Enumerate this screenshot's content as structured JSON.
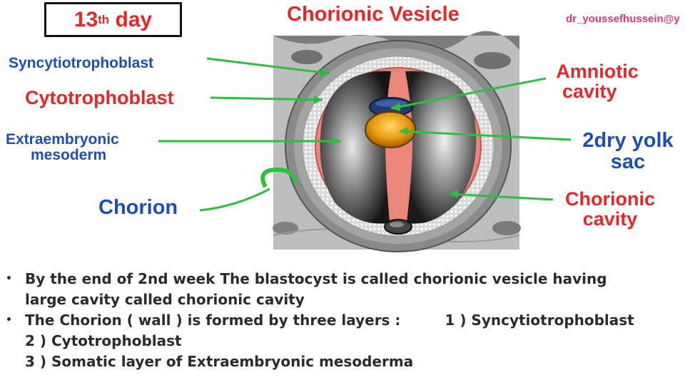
{
  "header": {
    "day_number": "13",
    "day_suffix": "th",
    "day_word": "day",
    "title": "Chorionic Vesicle",
    "author_handle": "dr_youssefhussein@y"
  },
  "labels": {
    "syncytiotrophoblast": "Syncytiotrophoblast",
    "cytotrophoblast": "Cytotrophoblast",
    "extraembryonic_line1": "Extraembryonic",
    "extraembryonic_line2": "mesoderm",
    "chorion": "Chorion",
    "amniotic_line1": "Amniotic",
    "amniotic_line2": "cavity",
    "yolk_line1": "2dry yolk",
    "yolk_line2": "sac",
    "chorionic_line1": "Chorionic",
    "chorionic_line2": "cavity"
  },
  "bullets": {
    "b1_line1": "By the end of 2nd week The blastocyst is called chorionic vesicle having",
    "b1_line2": "large cavity called chorionic cavity",
    "b2_text": "The Chorion ( wall ) is formed by three layers :",
    "b2_item1": "1 ) Syncytiotrophoblast",
    "b2_item2": "2 ) Cytotrophoblast",
    "b2_item3": "3 ) Somatic layer of Extraembryonic mesoderma"
  },
  "colors": {
    "label_red": "#e8262a",
    "label_blue": "#1b4fb3",
    "arrow_green": "#2fbf3f",
    "handle_pink": "#ef2f7a"
  }
}
